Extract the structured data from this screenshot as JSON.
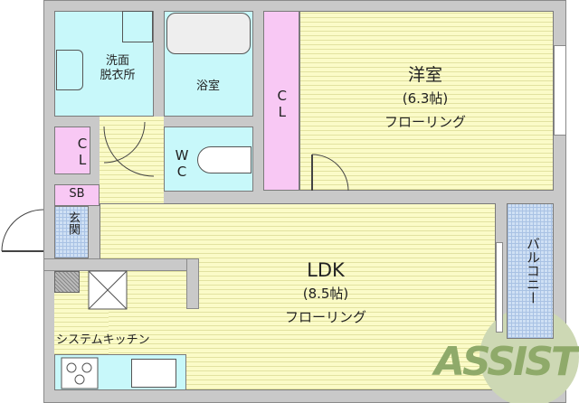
{
  "rooms": {
    "western_room": {
      "name": "洋室",
      "size": "(6.3帖)",
      "floor": "フローリング"
    },
    "ldk": {
      "name": "LDK",
      "size": "(8.5帖)",
      "floor": "フローリング"
    },
    "washroom": {
      "line1": "洗面",
      "line2": "脱衣所"
    },
    "bathroom": "浴室",
    "closet_large": "CL",
    "closet_small": "CL",
    "toilet": "WC",
    "shoe_box": "SB",
    "entrance": "玄関",
    "balcony": "バルコニー",
    "kitchen": "システムキッチン"
  },
  "watermark": "ASSIST",
  "colors": {
    "floor": "#fbfbc8",
    "wet_area": "#c8f8fa",
    "closet": "#f8c8f4",
    "balcony": "#cfe0f4",
    "wall": "#c9c9c9",
    "watermark": "#8faa6a"
  }
}
